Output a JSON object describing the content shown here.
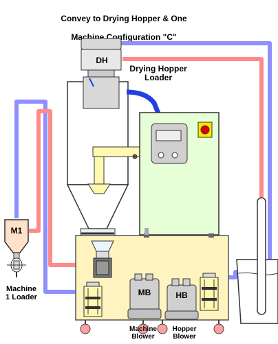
{
  "title_line1": "Convey to Drying Hopper & One",
  "title_line2": "Machine Configuration \"C\"",
  "labels": {
    "dh": "DH",
    "drying_hopper_loader": "Drying Hopper\nLoader",
    "m1": "M1",
    "machine_1_loader": "Machine\n1 Loader",
    "mb": "MB",
    "hb": "HB",
    "machine_blower": "Machine\nBlower",
    "hopper_blower": "Hopper\nBlower"
  },
  "colors": {
    "vacuum_line": "#8f8fff",
    "return_line": "#ff8a8a",
    "cabinet": "#fff3c0",
    "panel": "#e6ffd6",
    "hose": "#2040e0",
    "equipment": "#d0d0d0"
  }
}
